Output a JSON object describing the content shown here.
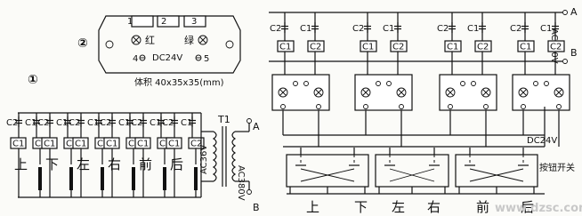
{
  "labels": {
    "c1": "C1",
    "c2": "C2",
    "t1": "T1",
    "a": "A",
    "b": "B",
    "ac36v": "AC36V",
    "ac380v": "AC380V",
    "dc24v": "DC24V",
    "relay_circle_1": "①",
    "relay_circle_2": "②",
    "pin1": "1",
    "pin2": "2",
    "pin3": "3",
    "pin4": "4",
    "pin5": "5",
    "red": "红",
    "green": "绿",
    "relay_spec": "DC24V",
    "volume": "体积 40x35x35(mm)",
    "button_switch": "按钮开关"
  },
  "left_buttons": [
    "上",
    "下",
    "左",
    "右",
    "前",
    "后"
  ],
  "right_buttons": [
    "上",
    "下",
    "左",
    "右",
    "前",
    "后"
  ],
  "watermark": {
    "url": "www.dzsc.com"
  },
  "colors": {
    "line": "#111111",
    "background": "#fbfbf8",
    "watermark": "#c8c8c8"
  }
}
